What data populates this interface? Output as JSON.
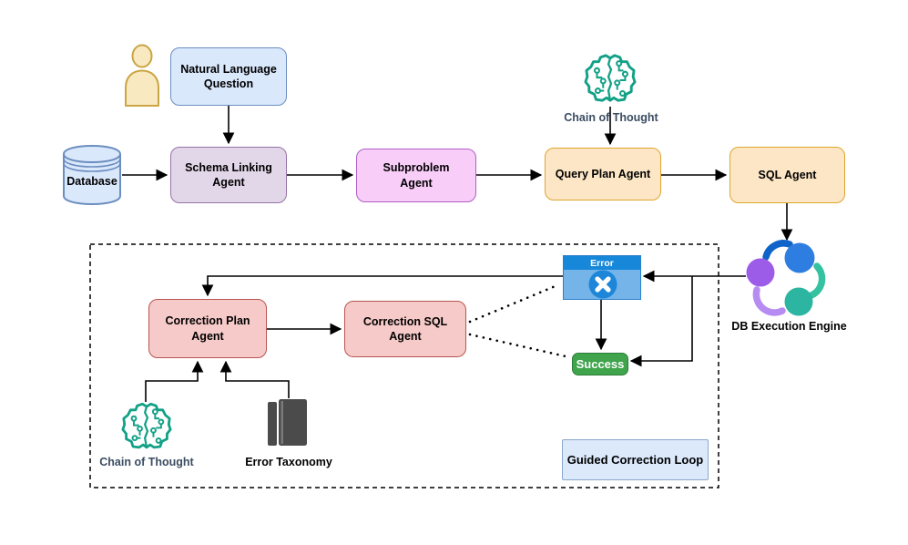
{
  "diagram": {
    "nodes": {
      "natural_language_question": {
        "label": "Natural Language Question"
      },
      "database": {
        "label": "Database"
      },
      "schema_linking_agent": {
        "label": "Schema Linking Agent"
      },
      "subproblem_agent": {
        "label": "Subproblem Agent"
      },
      "chain_of_thought_top": {
        "label": "Chain of Thought"
      },
      "query_plan_agent": {
        "label": "Query Plan Agent"
      },
      "sql_agent": {
        "label": "SQL Agent"
      },
      "db_execution_engine": {
        "label": "DB Execution Engine"
      },
      "error_window": {
        "label": "Error"
      },
      "success": {
        "label": "Success"
      },
      "correction_plan_agent": {
        "label": "Correction Plan Agent"
      },
      "correction_sql_agent": {
        "label": "Correction SQL Agent"
      },
      "chain_of_thought_bottom": {
        "label": "Chain of Thought"
      },
      "error_taxonomy": {
        "label": "Error Taxonomy"
      },
      "guided_correction_loop": {
        "label": "Guided Correction Loop"
      }
    },
    "icons": {
      "user": "user-icon",
      "database": "database-cylinder-icon",
      "chain_of_thought": "brain-circuit-icon",
      "db_execution_engine": "sync-cycle-icon",
      "error": "error-x-circle-icon",
      "error_taxonomy": "books-icon"
    },
    "edges": [
      {
        "from": "natural_language_question",
        "to": "schema_linking_agent",
        "style": "solid-arrow"
      },
      {
        "from": "database",
        "to": "schema_linking_agent",
        "style": "solid-arrow"
      },
      {
        "from": "schema_linking_agent",
        "to": "subproblem_agent",
        "style": "solid-arrow"
      },
      {
        "from": "subproblem_agent",
        "to": "query_plan_agent",
        "style": "solid-arrow"
      },
      {
        "from": "chain_of_thought_top",
        "to": "query_plan_agent",
        "style": "solid-arrow"
      },
      {
        "from": "query_plan_agent",
        "to": "sql_agent",
        "style": "solid-arrow"
      },
      {
        "from": "sql_agent",
        "to": "db_execution_engine",
        "style": "solid-arrow"
      },
      {
        "from": "db_execution_engine",
        "to": "error_window",
        "style": "solid-arrow"
      },
      {
        "from": "db_execution_engine",
        "to": "success",
        "style": "solid-arrow"
      },
      {
        "from": "error_window",
        "to": "correction_plan_agent",
        "style": "solid-arrow"
      },
      {
        "from": "error_window",
        "to": "success",
        "style": "solid-arrow"
      },
      {
        "from": "correction_plan_agent",
        "to": "correction_sql_agent",
        "style": "solid-arrow"
      },
      {
        "from": "correction_sql_agent",
        "to": "error_window",
        "style": "dotted"
      },
      {
        "from": "correction_sql_agent",
        "to": "success",
        "style": "dotted"
      },
      {
        "from": "chain_of_thought_bottom",
        "to": "correction_plan_agent",
        "style": "solid-arrow"
      },
      {
        "from": "error_taxonomy",
        "to": "correction_plan_agent",
        "style": "solid-arrow"
      }
    ],
    "colors": {
      "box_blue_fill": "#dae8fc",
      "box_blue_stroke": "#6c8ebf",
      "box_purple_fill": "#e2d6e9",
      "box_purple_stroke": "#9673a6",
      "box_pink_fill": "#f8cdf8",
      "box_pink_stroke": "#b05fc4",
      "box_orange_fill": "#fce6c5",
      "box_orange_stroke": "#dfa62e",
      "box_red_fill": "#f6cac8",
      "box_red_stroke": "#b85450",
      "success_green": "#3fa44c",
      "error_titlebar_blue": "#1787d9",
      "error_body_blue": "#74b4e8",
      "brain_teal": "#12a186",
      "engine_blue": "#2e7de0",
      "engine_purple": "#9d5ce8",
      "engine_teal": "#2cb5a0",
      "person_yellow": "#f9e9c0",
      "book_gray": "#4b4b4b",
      "chain_of_thought_label_color": "#3b4d63"
    }
  }
}
